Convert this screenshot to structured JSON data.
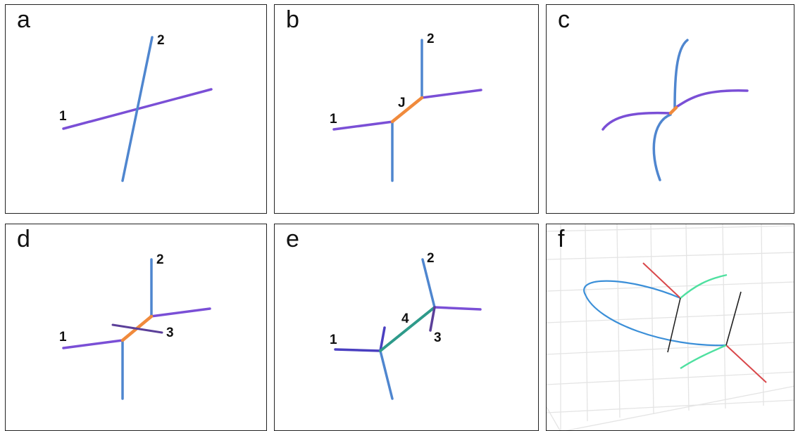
{
  "panels": {
    "a": {
      "letter": "a",
      "labels": {
        "n1": "1",
        "n2": "2"
      }
    },
    "b": {
      "letter": "b",
      "labels": {
        "n1": "1",
        "n2": "2",
        "j": "J"
      }
    },
    "c": {
      "letter": "c"
    },
    "d": {
      "letter": "d",
      "labels": {
        "n1": "1",
        "n2": "2",
        "n3": "3"
      }
    },
    "e": {
      "letter": "e",
      "labels": {
        "n1": "1",
        "n2": "2",
        "n3": "3",
        "n4": "4"
      }
    },
    "f": {
      "letter": "f"
    }
  },
  "colors": {
    "purple": "#7a4fd6",
    "blue": "#4f86cf",
    "orange": "#f08a3c",
    "teal": "#2e9a8a",
    "dark_purple": "#5b3f99",
    "indigo": "#4a3fc0",
    "curve_blue": "#3b8fd8",
    "red": "#d9474a",
    "green": "#4fe0a0",
    "black": "#222222",
    "grid": "#e8e8e8"
  }
}
